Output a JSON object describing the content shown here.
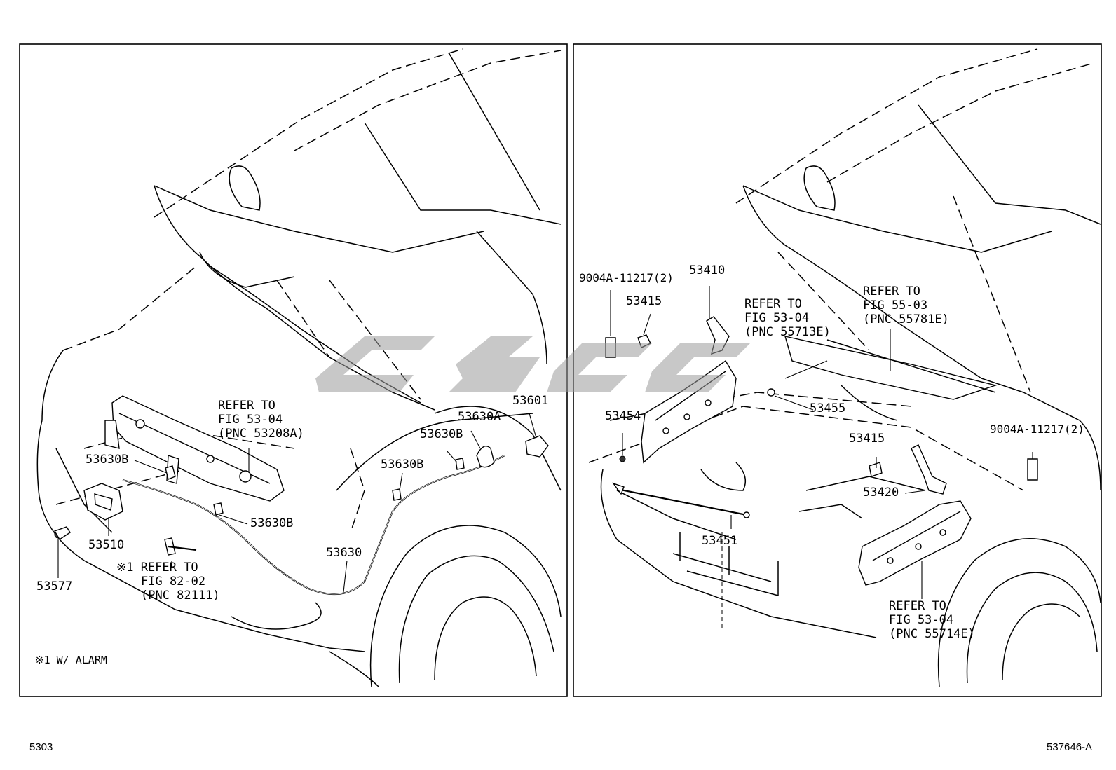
{
  "left_panel": {
    "labels": {
      "p53630B_a": "53630B",
      "p53630B_b": "53630B",
      "p53630B_c": "53630B",
      "p53630B_d": "53630B",
      "p53630A": "53630A",
      "p53601": "53601",
      "p53510": "53510",
      "p53577": "53577",
      "p53630": "53630"
    },
    "ref_support": [
      "REFER TO",
      "FIG 53-04",
      "(PNC 53208A)"
    ],
    "ref_alarm": [
      "※1 REFER TO",
      "FIG 82-02",
      "(PNC 82111)"
    ],
    "note": "※1 W/ ALARM"
  },
  "right_panel": {
    "labels": {
      "p9004A_left": "9004A-11217(2)",
      "p9004A_right": "9004A-11217(2)",
      "p53410": "53410",
      "p53415_a": "53415",
      "p53415_b": "53415",
      "p53454": "53454",
      "p53455": "53455",
      "p53420": "53420",
      "p53451": "53451"
    },
    "ref_hinge_upper": [
      "REFER TO",
      "FIG 53-04",
      "(PNC 55713E)"
    ],
    "ref_cowl": [
      "REFER TO",
      "FIG 55-03",
      "(PNC 55781E)"
    ],
    "ref_hinge_lower": [
      "REFER TO",
      "FIG 53-04",
      "(PNC 55714E)"
    ]
  },
  "footer": {
    "figure_no": "5303",
    "drawing_id": "537646-A"
  },
  "watermark_color": "#9a9a9a"
}
